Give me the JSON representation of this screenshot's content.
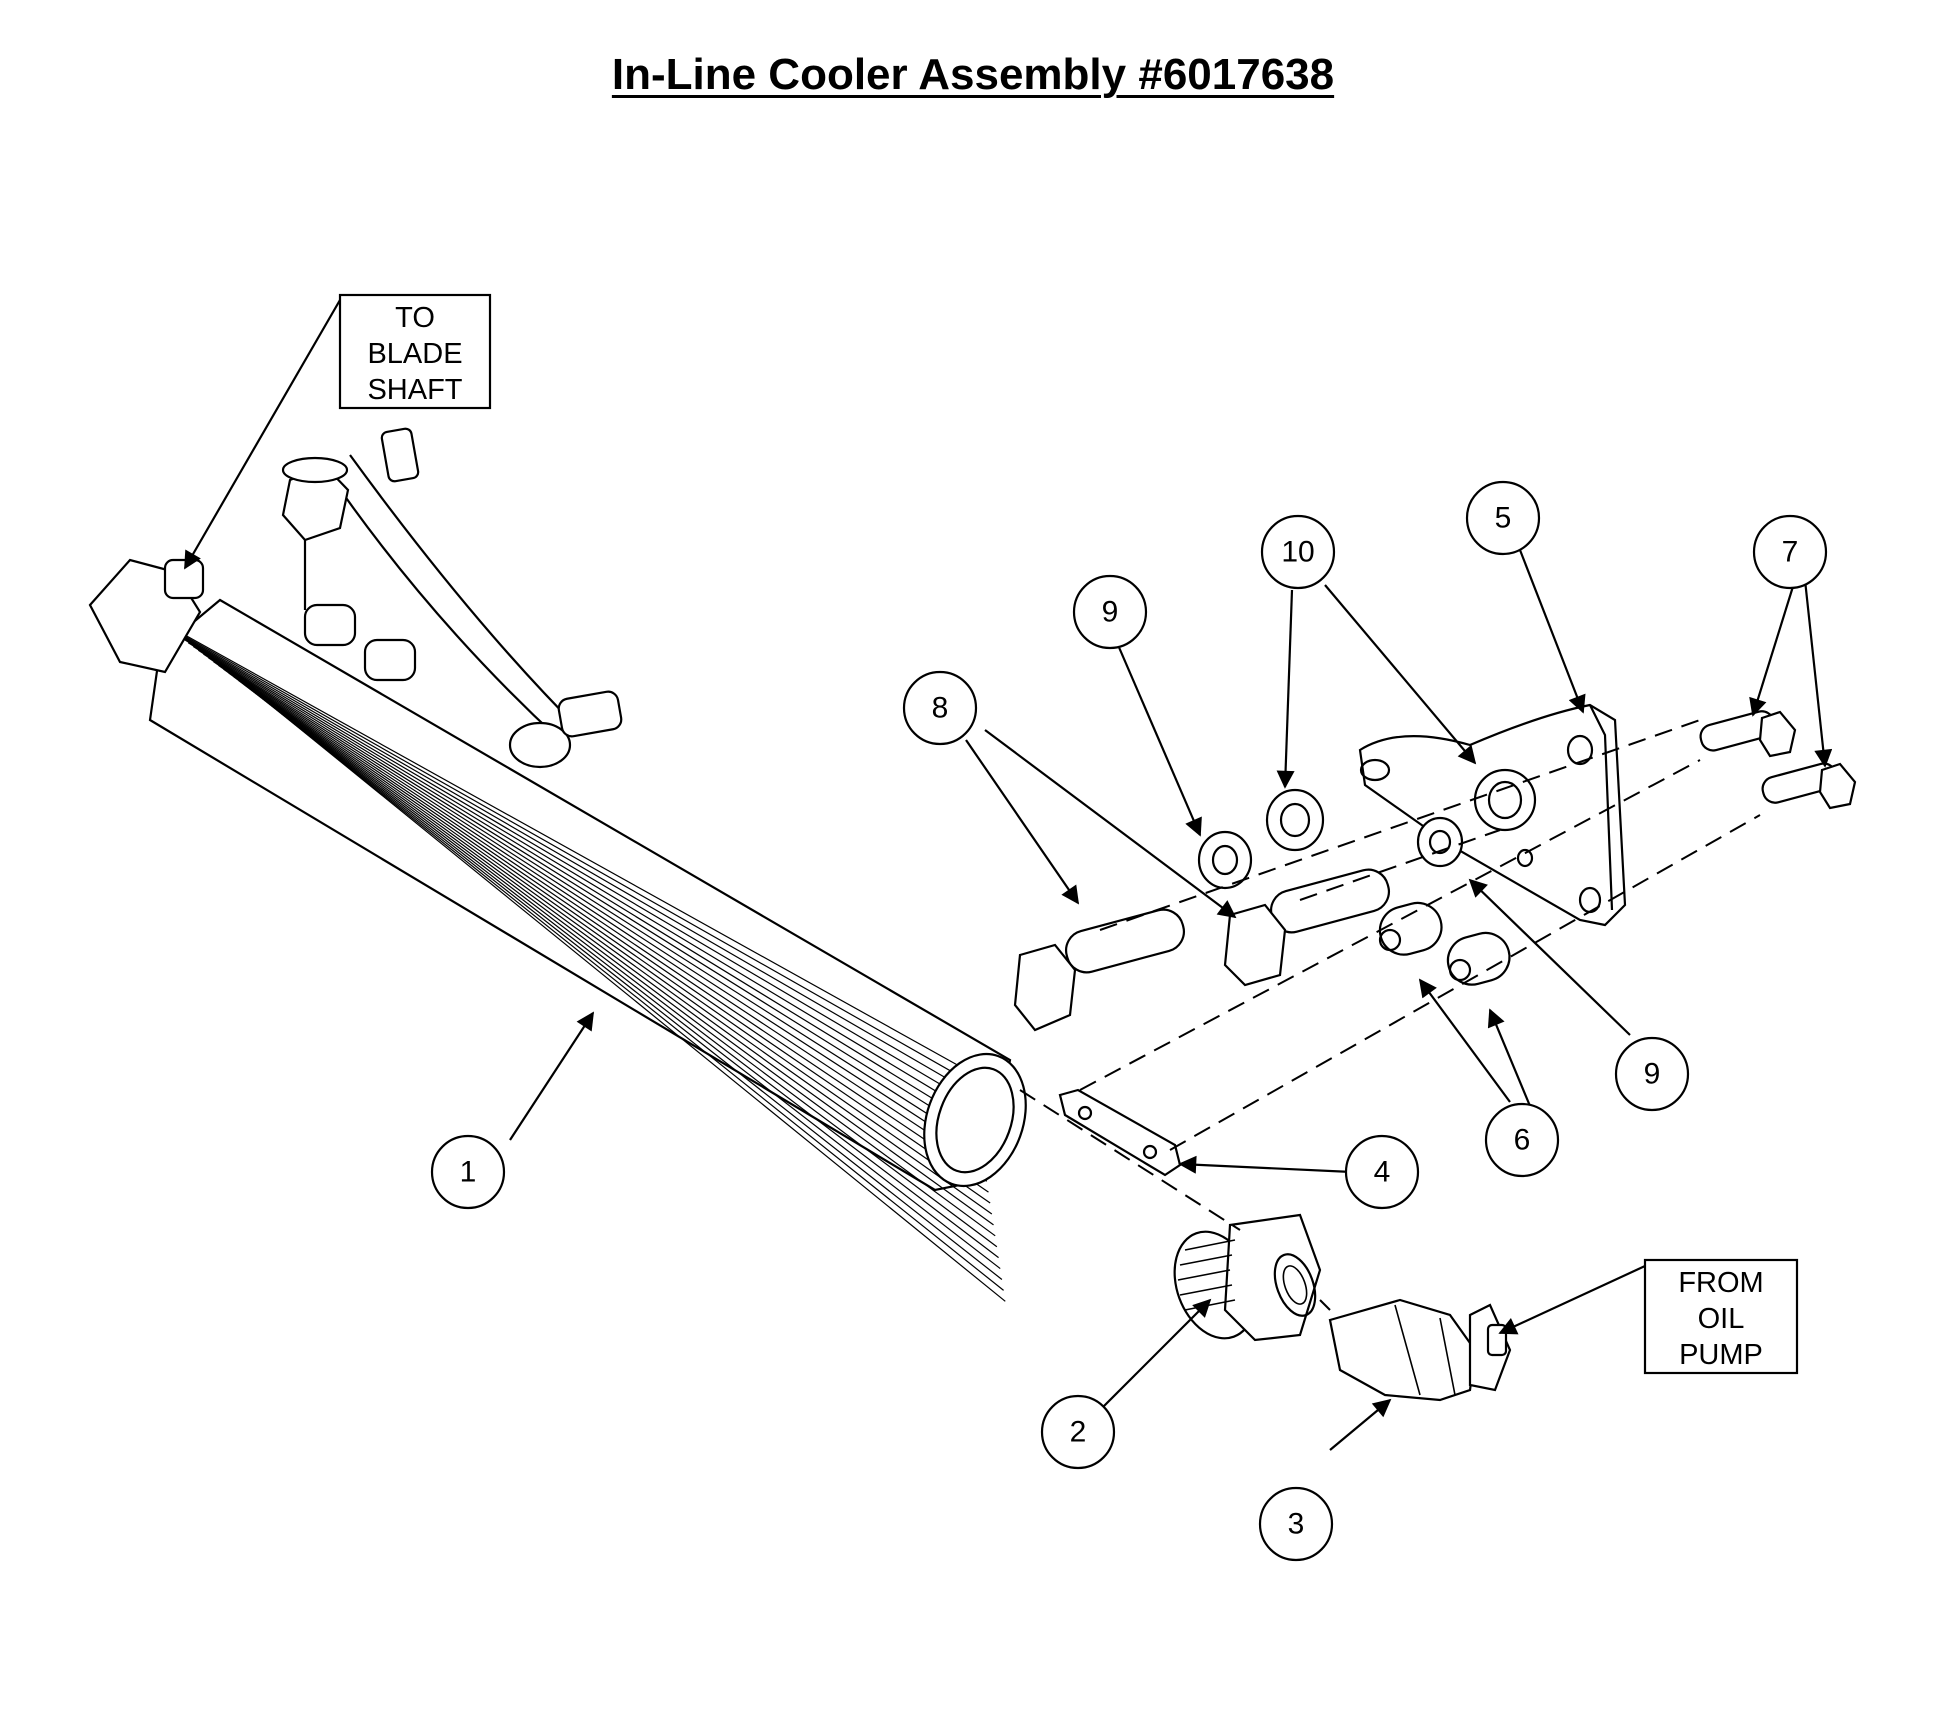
{
  "title": "In-Line Cooler Assembly #6017638",
  "callouts": [
    {
      "id": "1",
      "label": "1"
    },
    {
      "id": "2",
      "label": "2"
    },
    {
      "id": "3",
      "label": "3"
    },
    {
      "id": "4",
      "label": "4"
    },
    {
      "id": "5",
      "label": "5"
    },
    {
      "id": "6",
      "label": "6"
    },
    {
      "id": "7",
      "label": "7"
    },
    {
      "id": "8",
      "label": "8"
    },
    {
      "id": "9a",
      "label": "9"
    },
    {
      "id": "9b",
      "label": "9"
    },
    {
      "id": "10",
      "label": "10"
    }
  ],
  "notes": {
    "to_blade_shaft": [
      "TO",
      "BLADE",
      "SHAFT"
    ],
    "from_oil_pump": [
      "FROM",
      "OIL",
      "PUMP"
    ]
  }
}
